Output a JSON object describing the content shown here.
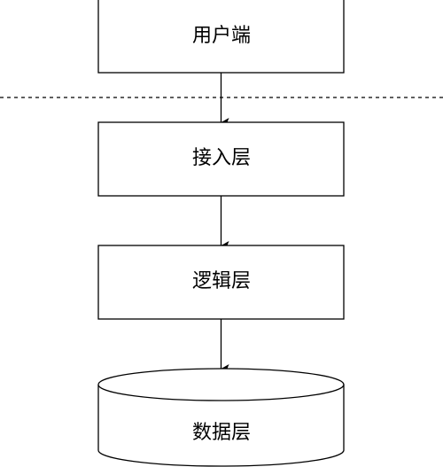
{
  "diagram": {
    "nodes": [
      {
        "id": "user",
        "label": "用户端",
        "shape": "rect"
      },
      {
        "id": "access",
        "label": "接入层",
        "shape": "rect"
      },
      {
        "id": "logic",
        "label": "逻辑层",
        "shape": "rect"
      },
      {
        "id": "data",
        "label": "数据层",
        "shape": "cylinder"
      }
    ],
    "edges": [
      {
        "from": "user",
        "to": "access"
      },
      {
        "from": "access",
        "to": "logic"
      },
      {
        "from": "logic",
        "to": "data"
      }
    ],
    "separator": {
      "style": "dashed",
      "between": [
        "user",
        "access"
      ]
    },
    "colors": {
      "stroke": "#000000",
      "fill": "#ffffff",
      "text": "#000000"
    }
  }
}
